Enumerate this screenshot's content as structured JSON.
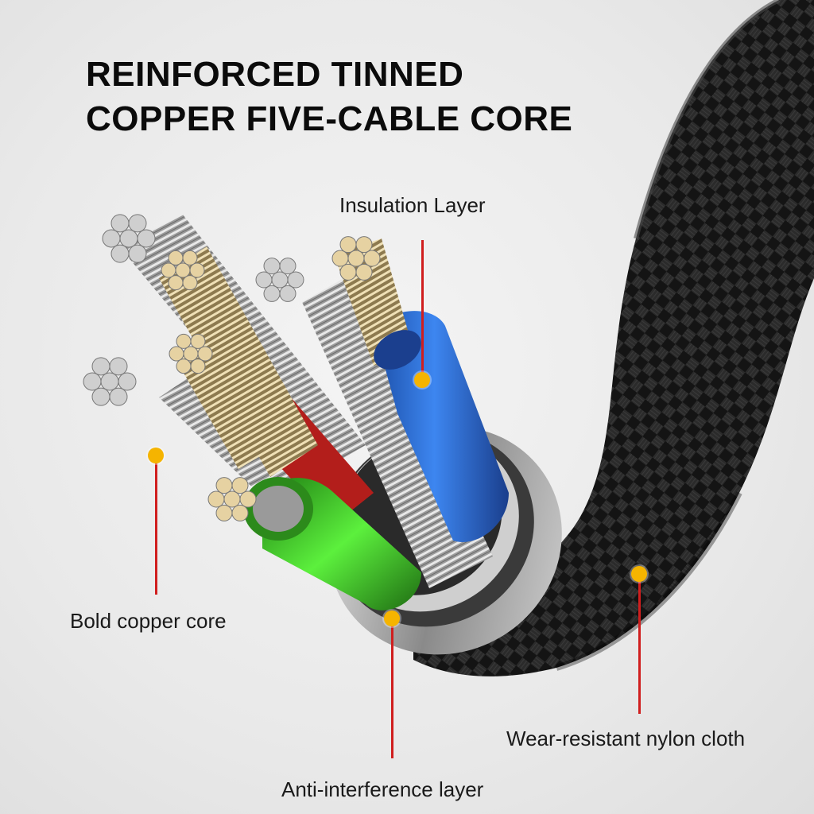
{
  "title": {
    "line1": "REINFORCED TINNED",
    "line2": "COPPER FIVE-CABLE CORE"
  },
  "callouts": {
    "insulation_layer": "Insulation Layer",
    "bold_copper_core": "Bold copper core",
    "wear_resistant_nylon": "Wear-resistant nylon cloth",
    "anti_interference": "Anti-interference layer"
  },
  "colors": {
    "leader_line": "#d01e1e",
    "marker_dot": "#f5b400",
    "braid": "#151515",
    "blue_wire": "#2a6fd6",
    "green_wire": "#3fce2a",
    "red_wire": "#c0221f",
    "copper": "#e6d2a2",
    "silver": "#cfcfcf"
  }
}
